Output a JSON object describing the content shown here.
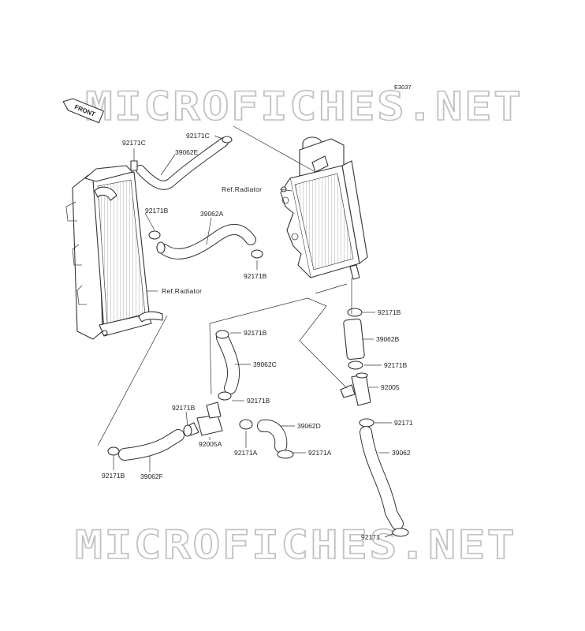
{
  "diagram": {
    "code": "E3037",
    "front_label": "FRONT",
    "watermark": "MICROFICHES.NET"
  },
  "refs": {
    "radiator_right": "Ref.Radiator",
    "radiator_left": "Ref.Radiator"
  },
  "labels": {
    "clamp_c_top": "92171C",
    "clamp_c_left": "92171C",
    "hose_e": "39062E",
    "clamp_b_left_top": "92171B",
    "hose_a": "39062A",
    "clamp_b_mid": "92171B",
    "clamp_b_right_1": "92171B",
    "hose_b": "39062B",
    "clamp_b_right_2": "92171B",
    "fitting_right": "92005",
    "clamp_right": "92171",
    "hose_plain": "39062",
    "clamp_bottom_right": "92171",
    "clamp_b_center_1": "92171B",
    "hose_c": "39062C",
    "clamp_b_center_2": "92171B",
    "clamp_b_lower_left": "92171B",
    "fitting_a": "92005A",
    "clamp_a_1": "92171A",
    "hose_d": "39062D",
    "clamp_a_2": "92171A",
    "clamp_b_bottom_left": "92171B",
    "hose_f": "39062F"
  }
}
